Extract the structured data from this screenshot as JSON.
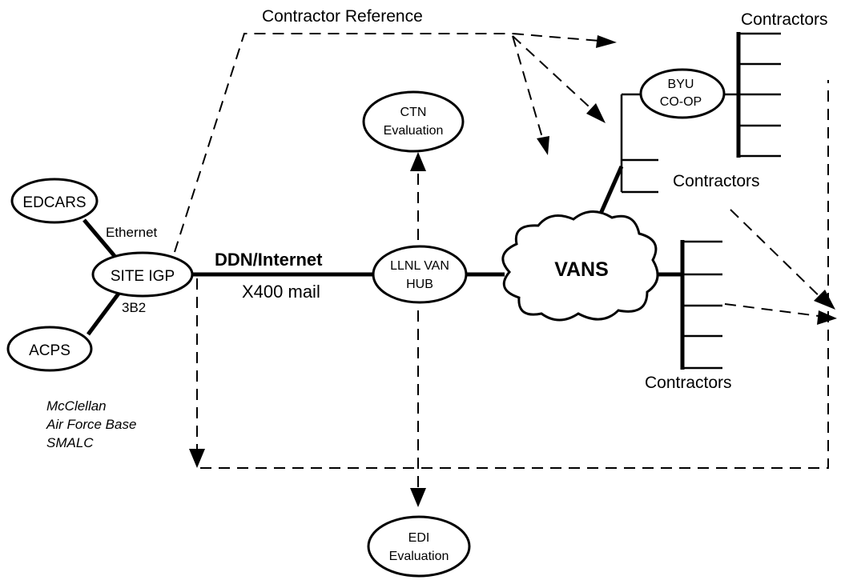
{
  "labels": {
    "contractor_reference": "Contractor Reference",
    "contractors_top": "Contractors",
    "contractors_mid": "Contractors",
    "contractors_bottom": "Contractors",
    "ethernet": "Ethernet",
    "model_3b2": "3B2",
    "ddn_internet": "DDN/Internet",
    "x400_mail": "X400 mail",
    "vans": "VANS",
    "base_line1": "McClellan",
    "base_line2": "Air Force Base",
    "base_line3": "SMALC"
  },
  "nodes": {
    "edcars": "EDCARS",
    "site_igp": "SITE IGP",
    "acps": "ACPS",
    "ctn_line1": "CTN",
    "ctn_line2": "Evaluation",
    "llnl_line1": "LLNL VAN",
    "llnl_line2": "HUB",
    "byu_line1": "BYU",
    "byu_line2": "CO-OP",
    "edi_line1": "EDI",
    "edi_line2": "Evaluation"
  }
}
